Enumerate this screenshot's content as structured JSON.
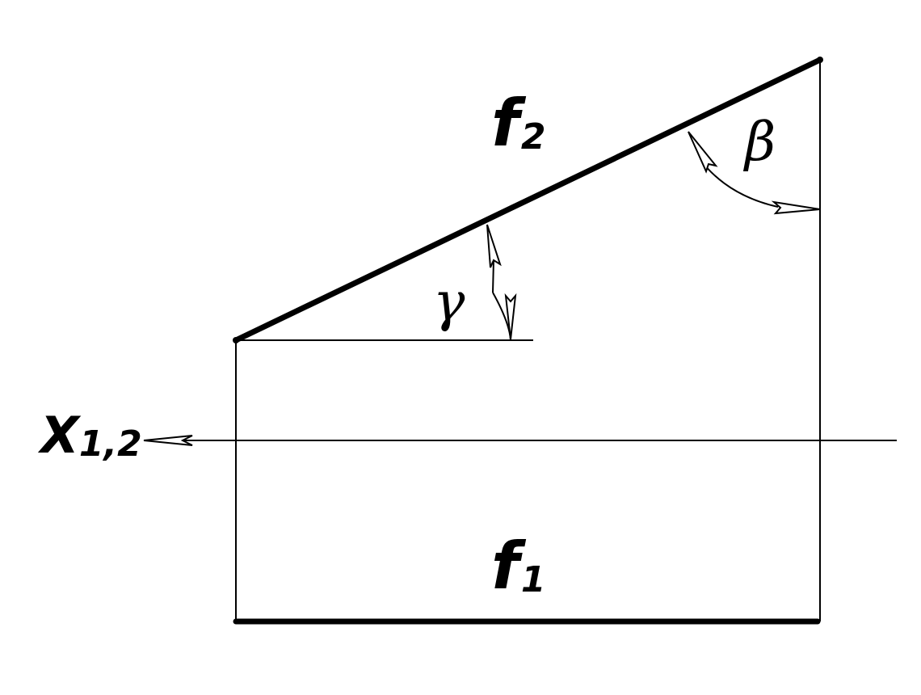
{
  "labels": {
    "f2_main": "f",
    "f2_sub": "2",
    "f1_main": "f",
    "f1_sub": "1",
    "x_main": "X",
    "x_sub": "1,2",
    "beta": "β",
    "gamma": "γ"
  },
  "colors": {
    "stroke": "#000000",
    "background": "#ffffff",
    "arrow_fill": "#ffffff"
  }
}
